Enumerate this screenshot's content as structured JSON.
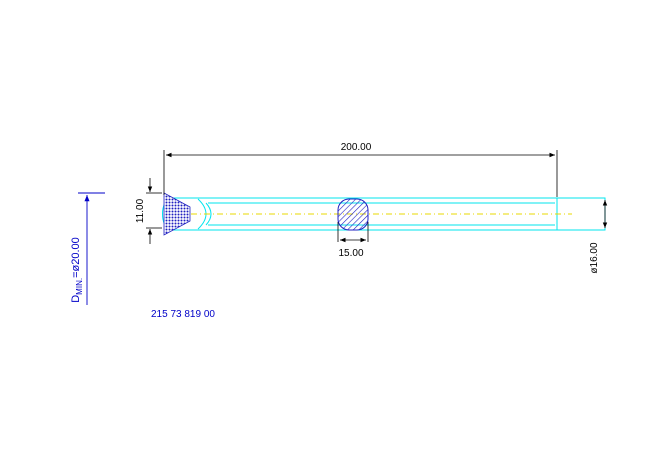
{
  "drawing": {
    "dim_overall_length": "200.00",
    "dim_head_height": "11.00",
    "dim_groove_width": "15.00",
    "dim_shank_diameter": "ø16.00",
    "dim_min_diameter_prefix": "D",
    "dim_min_diameter_subscript": "MIN.",
    "dim_min_diameter_value": "=ø20.00",
    "part_number": "215 73 819 00"
  },
  "colors": {
    "outline": "#00e5ee",
    "centerline": "#e8d800",
    "dimension": "#000000",
    "annotation": "#0000c8",
    "hatch": "#2020c0"
  }
}
